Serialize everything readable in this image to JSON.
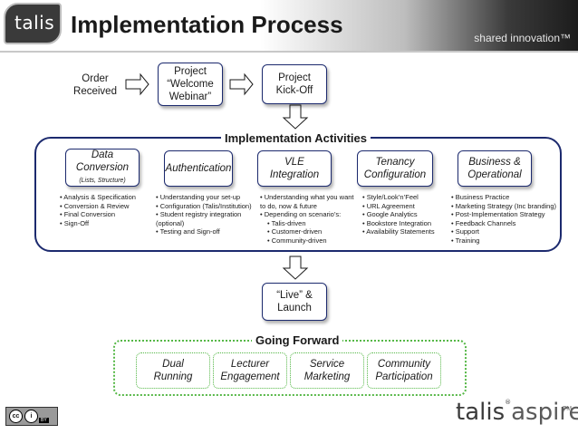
{
  "header": {
    "logo": "talis",
    "title": "Implementation Process",
    "tagline": "shared innovation™"
  },
  "top_flow": {
    "order": "Order\nReceived",
    "welcome": "Project\n“Welcome\nWebinar”",
    "kickoff": "Project\nKick-Off"
  },
  "activities": {
    "title": "Implementation Activities",
    "items": [
      {
        "label": "Data\nConversion",
        "sublabel": "(Lists, Structure)",
        "bullets": [
          "• Analysis & Specification",
          "• Conversion & Review",
          "• Final Conversion",
          "• Sign-Off"
        ]
      },
      {
        "label": "Authentication",
        "sublabel": "",
        "bullets": [
          "• Understanding your set-up",
          "• Configuration (Talis/Institution)",
          "• Student registry integration",
          "(optional)",
          "• Testing and Sign-off"
        ]
      },
      {
        "label": "VLE\nIntegration",
        "sublabel": "",
        "bullets": [
          "• Understanding what you want",
          "to do, now & future",
          "• Depending on scenario’s:",
          "• Talis-driven",
          "• Customer-driven",
          "• Community-driven"
        ]
      },
      {
        "label": "Tenancy\nConfiguration",
        "sublabel": "",
        "bullets": [
          "• Style/Look’n’Feel",
          "• URL Agreement",
          "• Google Analytics",
          "• Bookstore Integration",
          "• Availability Statements"
        ]
      },
      {
        "label": "Business &\nOperational",
        "sublabel": "",
        "bullets": [
          "• Business Practice",
          "• Marketing Strategy (Inc branding)",
          "• Post-Implementation Strategy",
          "• Feedback Channels",
          "• Support",
          "• Training"
        ]
      }
    ]
  },
  "launch": "“Live” &\nLaunch",
  "going_forward": {
    "title": "Going Forward",
    "items": [
      "Dual\nRunning",
      "Lecturer\nEngagement",
      "Service\nMarketing",
      "Community\nParticipation"
    ]
  },
  "footer": {
    "license_cc": "cc",
    "license_by": "i",
    "license_text": "BY",
    "brand_main": "talis",
    "brand_reg": "®",
    "brand_product": "aspire",
    "brand_tm": "TM"
  },
  "colors": {
    "navy": "#1c2a6e",
    "green": "#56b847"
  }
}
